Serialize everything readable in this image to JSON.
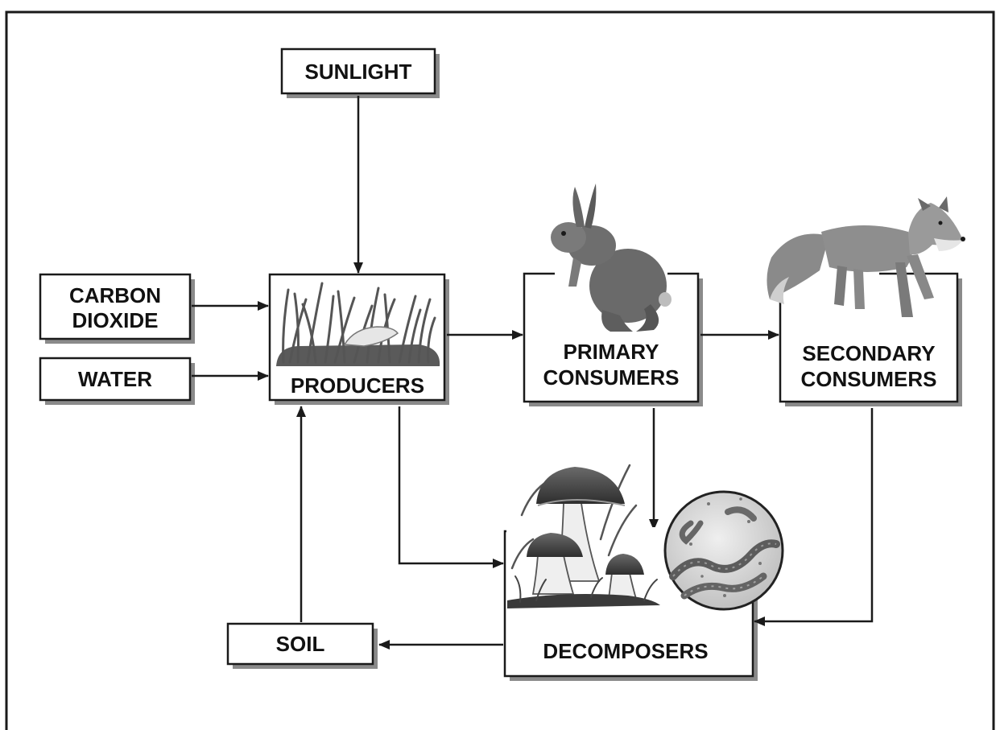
{
  "nodes": {
    "sunlight": "SUNLIGHT",
    "carbon_dioxide": [
      "CARBON",
      "DIOXIDE"
    ],
    "water": "WATER",
    "producers": "PRODUCERS",
    "primary_consumers": [
      "PRIMARY",
      "CONSUMERS"
    ],
    "secondary_consumers": [
      "SECONDARY",
      "CONSUMERS"
    ],
    "decomposers": "DECOMPOSERS",
    "soil": "SOIL"
  },
  "icons": {
    "producers": "grass-icon",
    "primary_consumers": "rabbit-icon",
    "secondary_consumers": "fox-icon",
    "decomposers_fungi": "mushrooms-icon",
    "decomposers_worms": "worms-icon"
  },
  "edges": [
    {
      "from": "sunlight",
      "to": "producers"
    },
    {
      "from": "carbon_dioxide",
      "to": "producers"
    },
    {
      "from": "water",
      "to": "producers"
    },
    {
      "from": "producers",
      "to": "primary_consumers"
    },
    {
      "from": "primary_consumers",
      "to": "secondary_consumers"
    },
    {
      "from": "producers",
      "to": "decomposers"
    },
    {
      "from": "primary_consumers",
      "to": "decomposers"
    },
    {
      "from": "secondary_consumers",
      "to": "decomposers"
    },
    {
      "from": "decomposers",
      "to": "soil"
    },
    {
      "from": "soil",
      "to": "producers"
    }
  ],
  "colors": {
    "line": "#1a1a1a",
    "box_shadow": "#8a8a8a",
    "grass": "#555555",
    "animal_dark": "#5e5e5e",
    "animal_mid": "#8c8c8c",
    "animal_light": "#c8c8c8",
    "worm_disc": "#dcdcdc"
  }
}
